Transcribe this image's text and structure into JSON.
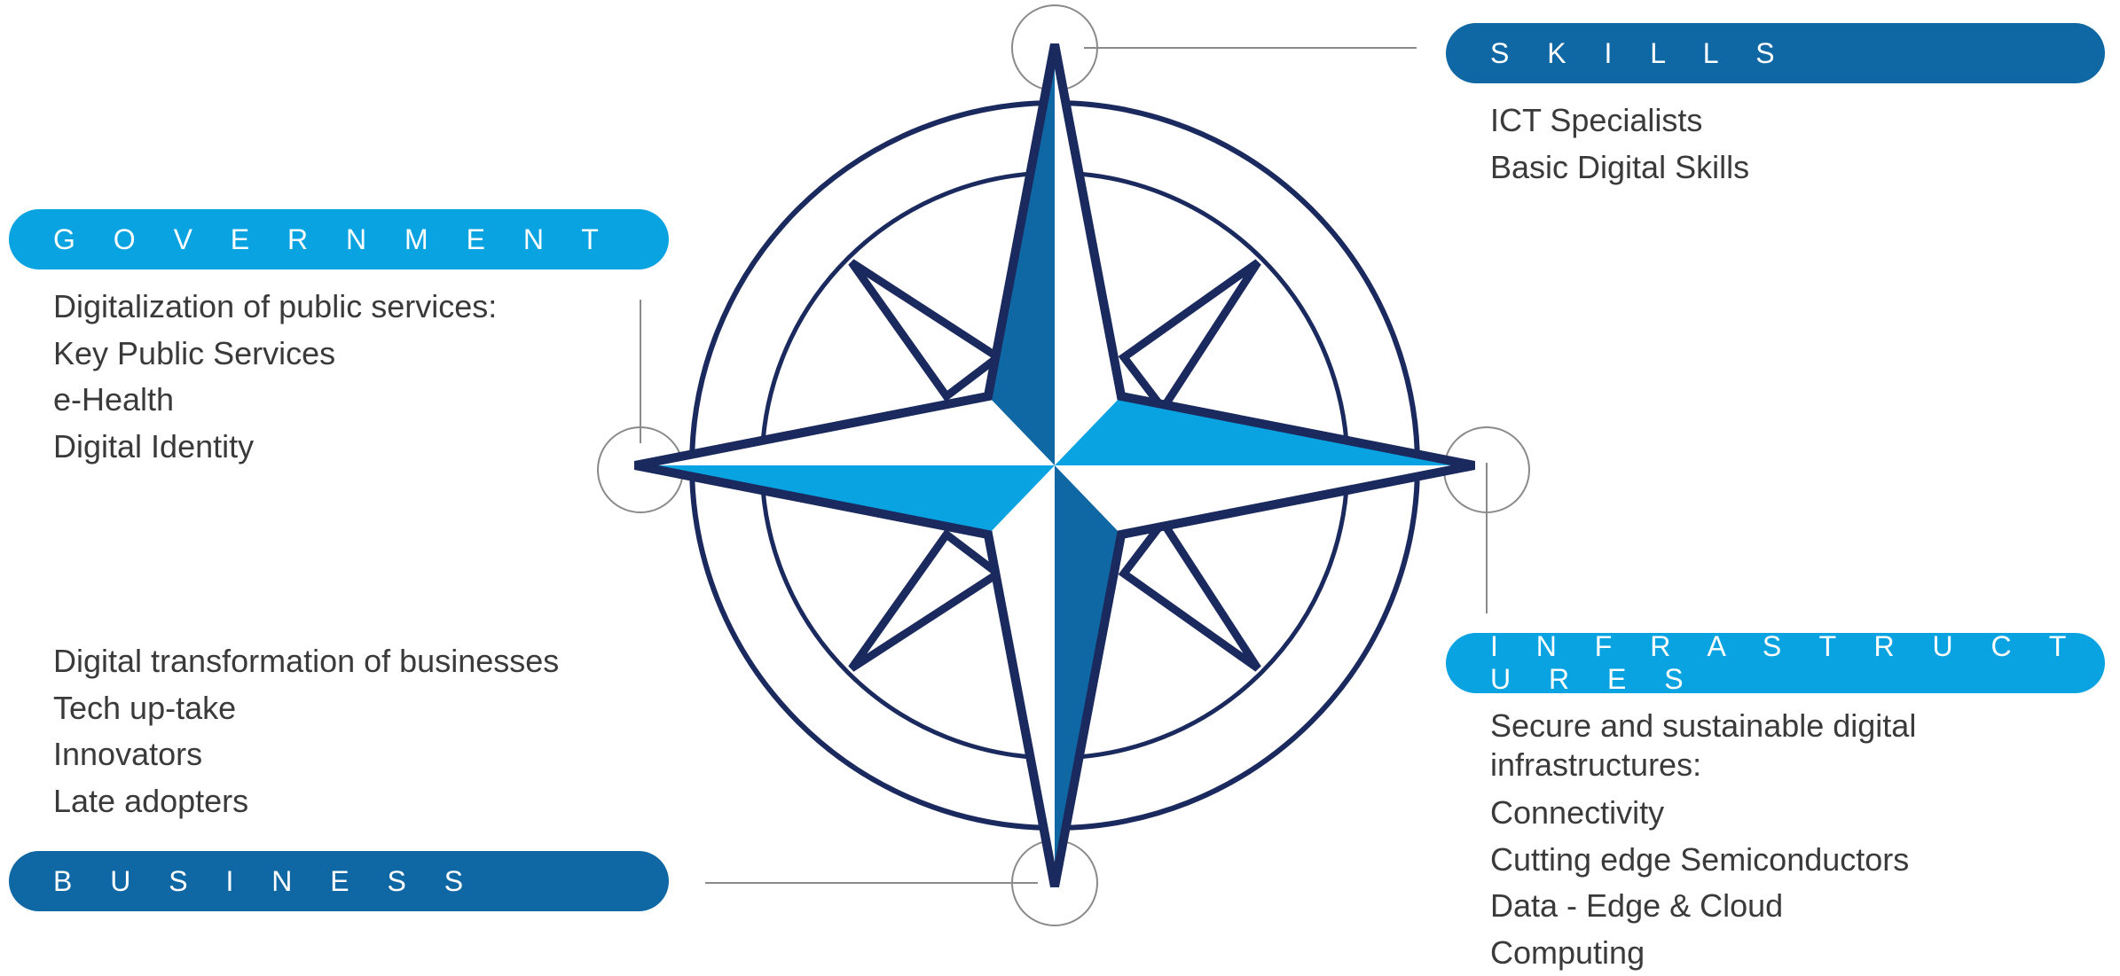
{
  "colors": {
    "navy": "#1b2a5e",
    "mid_blue": "#0f67a3",
    "light_blue": "#0aa3e2",
    "connector_gray": "#8a8a8a",
    "text": "#3a3a3a"
  },
  "icons": {
    "compass": "compass-rose-icon"
  },
  "skills": {
    "label": "S K I L L S",
    "items": [
      "ICT Specialists",
      "Basic Digital Skills"
    ]
  },
  "government": {
    "label": "G O V E R N M E N T",
    "heading": "Digitalization of public services:",
    "items": [
      "Key Public Services",
      "e-Health",
      "Digital Identity"
    ]
  },
  "business": {
    "label": "B U S I N E S S",
    "heading": "Digital transformation of businesses",
    "items": [
      "Tech up-take",
      "Innovators",
      "Late adopters"
    ]
  },
  "infrastructures": {
    "label": "I N F R A S T R U C T U R E S",
    "heading_line1": "Secure and sustainable digital",
    "heading_line2": "infrastructures:",
    "items": [
      "Connectivity",
      "Cutting edge Semiconductors",
      "Data - Edge & Cloud",
      "Computing"
    ]
  }
}
